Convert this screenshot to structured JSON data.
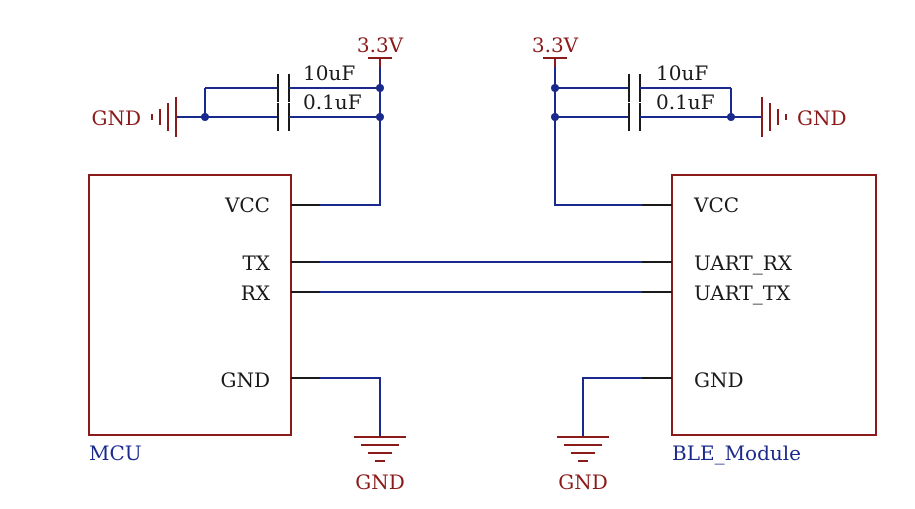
{
  "colors": {
    "component": "#8b1a1a",
    "net": "#1a2a8c",
    "pin": "#1a1a1a",
    "junction": "#1a2a8c"
  },
  "mcu": {
    "name": "MCU",
    "pins": {
      "vcc": "VCC",
      "tx": "TX",
      "rx": "RX",
      "gnd": "GND"
    }
  },
  "ble": {
    "name": "BLE_Module",
    "pins": {
      "vcc": "VCC",
      "uart_rx": "UART_RX",
      "uart_tx": "UART_TX",
      "gnd": "GND"
    }
  },
  "left_supply": {
    "power": "3.3V",
    "cap_bulk": "10uF",
    "cap_decouple": "0.1uF",
    "gnd": "GND"
  },
  "right_supply": {
    "power": "3.3V",
    "cap_bulk": "10uF",
    "cap_decouple": "0.1uF",
    "gnd": "GND"
  },
  "grounds": {
    "mcu_gnd": "GND",
    "ble_gnd": "GND"
  }
}
